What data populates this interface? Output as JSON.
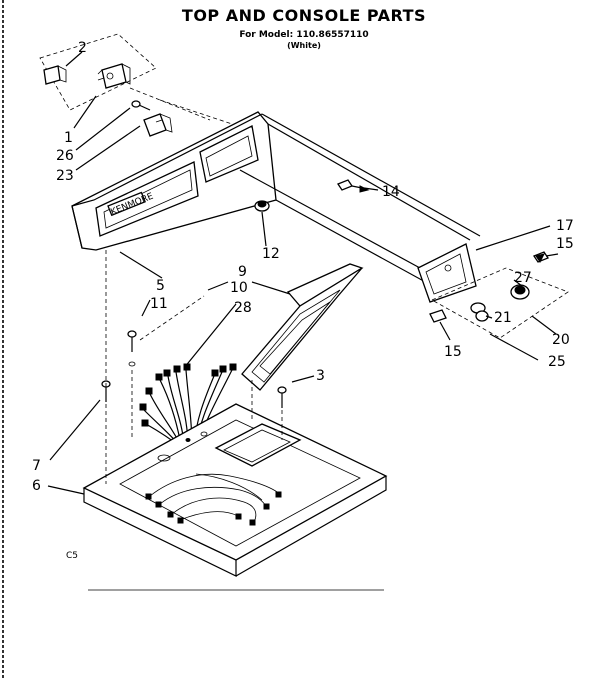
{
  "header": {
    "title": "TOP AND CONSOLE PARTS",
    "model": "For Model: 110.86557110",
    "color": "(White)"
  },
  "footer_code": "C5",
  "callouts": {
    "c1": "1",
    "c2": "2",
    "c3": "3",
    "c5": "5",
    "c6": "6",
    "c7": "7",
    "c9": "9",
    "c10": "10",
    "c11": "11",
    "c12": "12",
    "c14": "14",
    "c15a": "15",
    "c15b": "15",
    "c17": "17",
    "c20": "20",
    "c21": "21",
    "c23": "23",
    "c25": "25",
    "c26": "26",
    "c27": "27",
    "c28": "28"
  }
}
